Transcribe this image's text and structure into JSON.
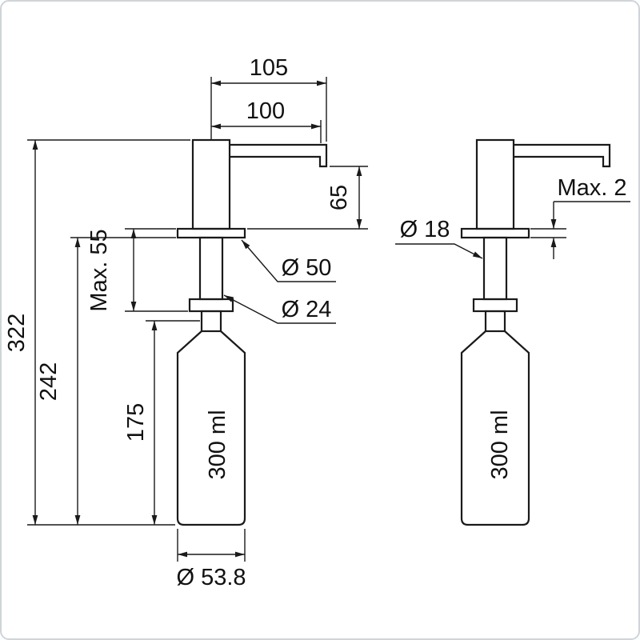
{
  "page": {
    "background": "#ffffff",
    "border_color": "#c9ced4",
    "line_color": "#1a1a1a"
  },
  "drawing": {
    "left_view": {
      "dim_spout_overall": "105",
      "dim_spout": "100",
      "dim_spout_height": "65",
      "dim_total_height": "322",
      "dim_below_counter": "242",
      "dim_max_counter": "Max. 55",
      "dim_bottle_height": "175",
      "dim_flange_dia": "Ø 50",
      "dim_shaft_dia": "Ø 24",
      "bottle_volume": "300 ml",
      "dim_bottle_dia": "Ø 53.8"
    },
    "right_view": {
      "dim_tube_dia": "Ø 18",
      "dim_max_deck": "Max. 2",
      "bottle_volume": "300 ml"
    }
  }
}
